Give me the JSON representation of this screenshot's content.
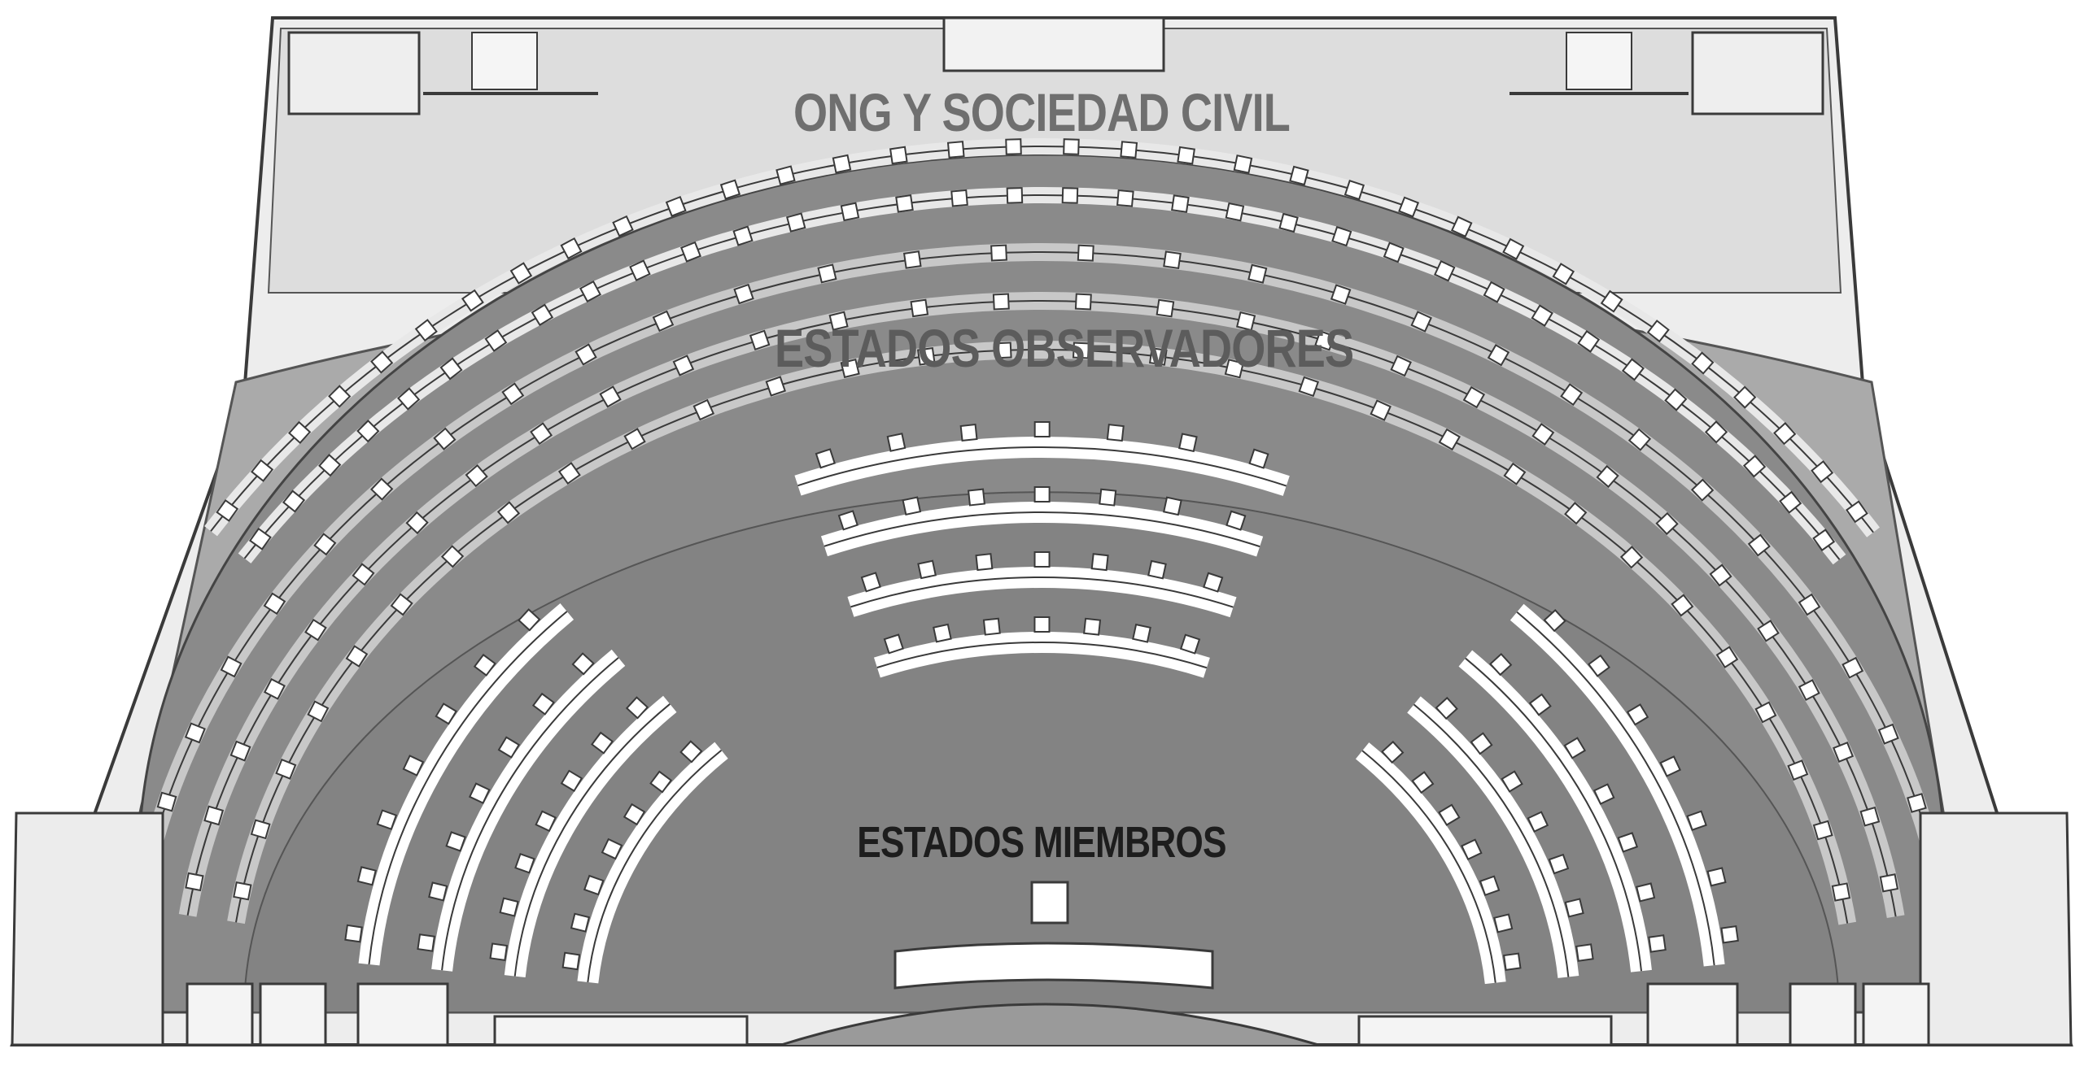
{
  "labels": {
    "ngo": "ONG Y SOCIEDAD CIVIL",
    "observers": "ESTADOS OBSERVADORES",
    "members": "ESTADOS MIEMBROS"
  },
  "colors": {
    "outer_floor": "#e3e3e3",
    "ngo_zone": "#dcdcdc",
    "observer_zone": "#a9a9a9",
    "member_floor": "#858585",
    "desk": "#ffffff",
    "stroke": "#3a3a3a"
  }
}
